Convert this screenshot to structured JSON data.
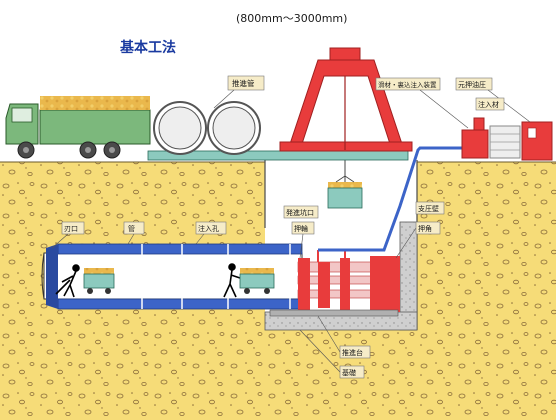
{
  "header": {
    "range": "(800mm〜3000mm)",
    "title": "基本工法"
  },
  "labels": {
    "pipe_stack": "推進管",
    "grout_device": "滑材・裏込注入装置",
    "main_jack_pump": "元押油圧",
    "injection_material": "注入材",
    "launch_shaft": "発進坑口",
    "push_ring": "押輪",
    "support_wall": "支圧壁",
    "push_strut": "押角",
    "cutting_edge": "刃口",
    "pipe": "管",
    "injection_hole": "注入孔",
    "jack_base": "推進台",
    "foundation": "基礎"
  },
  "colors": {
    "soil": "#f6dc78",
    "pipe_blue": "#3c64c8",
    "rig_red": "#e83c3c",
    "truck_green": "#7cb87c",
    "platform_teal": "#8ccabe"
  }
}
